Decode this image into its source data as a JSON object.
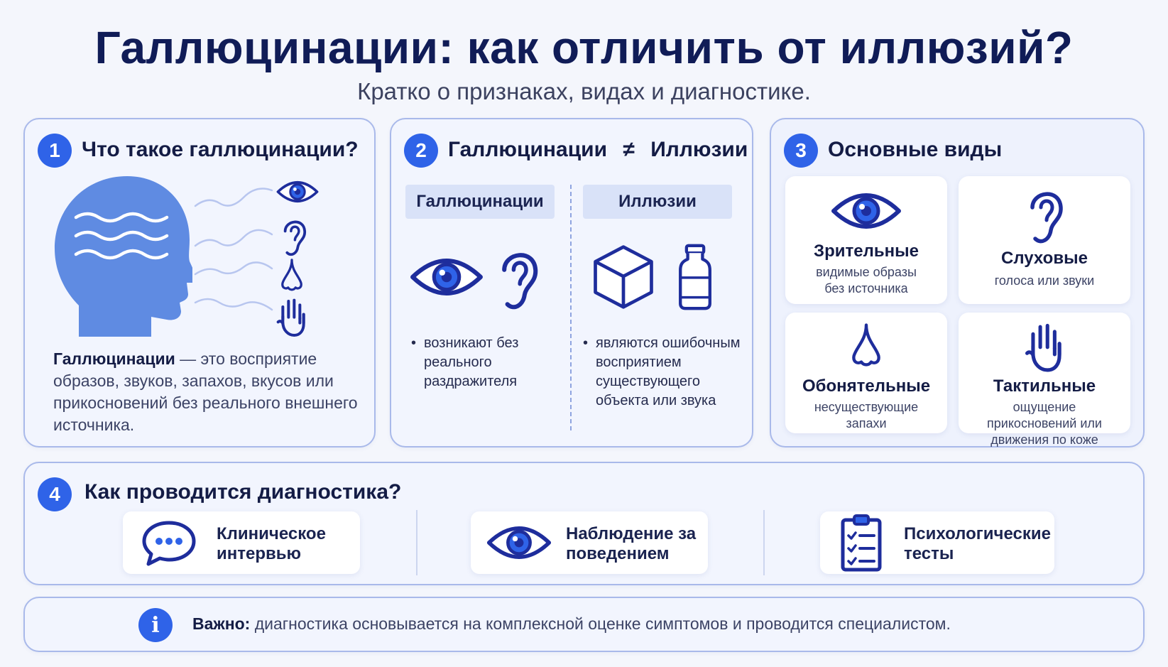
{
  "header": {
    "title": "Галлюцинации: как отличить от иллюзий?",
    "subtitle": "Кратко о признаках, видах и диагностике."
  },
  "section1": {
    "number": "1",
    "title": "Что такое галлюцинации?",
    "term": "Галлюцинации",
    "definition": "— это восприятие образов, звуков, запахов, вкусов или прикосновений без реального внешнего источника."
  },
  "section2": {
    "number": "2",
    "title_left": "Галлюцинации",
    "neq": "≠",
    "title_right": "Иллюзии",
    "col_hallucinations": {
      "header": "Галлюцинации",
      "bullet": "возникают без реального раздражителя"
    },
    "col_illusions": {
      "header": "Иллюзии",
      "bullet": "являются ошибочным восприятием существующего объекта или звука"
    }
  },
  "section3": {
    "number": "3",
    "title": "Основные виды",
    "types": [
      {
        "title": "Зрительные",
        "desc": "видимые образы без источника",
        "icon": "eye-icon"
      },
      {
        "title": "Слуховые",
        "desc": "голоса или звуки",
        "icon": "ear-icon"
      },
      {
        "title": "Обонятельные",
        "desc": "несуществующие запахи",
        "icon": "nose-icon"
      },
      {
        "title": "Тактильные",
        "desc": "ощущение прикосновений или движения по коже",
        "icon": "hand-icon"
      }
    ]
  },
  "section4": {
    "number": "4",
    "title": "Как проводится диагностика?",
    "methods": [
      {
        "label": "Клиническое интервью",
        "icon": "chat-bubble-icon"
      },
      {
        "label": "Наблюдение за поведением",
        "icon": "eye-icon"
      },
      {
        "label": "Психологические тесты",
        "icon": "clipboard-checklist-icon"
      }
    ]
  },
  "note": {
    "icon": "i",
    "bold": "Важно:",
    "text": "диагностика основывается на комплексной оценке симптомов и проводится специалистом."
  },
  "colors": {
    "accent": "#2f63e8",
    "icon_stroke": "#1e2d9c",
    "title": "#101c57",
    "border": "#a9b9ea"
  }
}
